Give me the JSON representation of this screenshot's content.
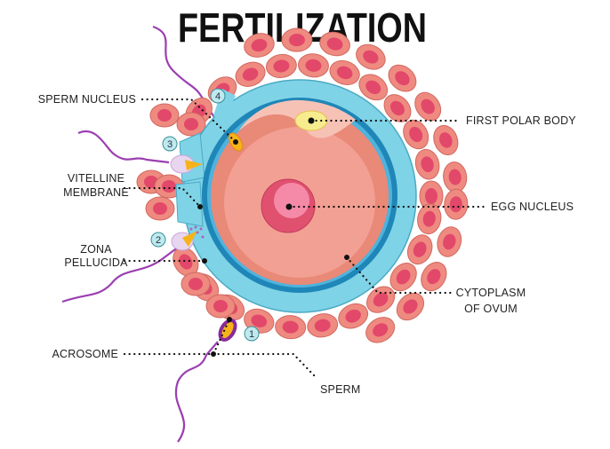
{
  "title": "FERTILIZATION",
  "labels": {
    "sperm_nucleus": "SPERM NUCLEUS",
    "vitelline_1": "VITELLINE",
    "vitelline_2": "MEMBRANE",
    "zona_1": "ZONA",
    "zona_2": "PELLUCIDA",
    "acrosome": "ACROSOME",
    "sperm": "SPERM",
    "first_polar_body": "FIRST POLAR BODY",
    "egg_nucleus": "EGG NUCLEUS",
    "cytoplasm_1": "CYTOPLASM",
    "cytoplasm_2": "OF OVUM"
  },
  "steps": [
    "1",
    "2",
    "3",
    "4"
  ],
  "colors": {
    "zona": "#7fd3e6",
    "membrane": "#1f86b8",
    "cytoplasm": "#f2a093",
    "cytoplasm_outer": "#e98978",
    "nucleus": "#e0516f",
    "nucleus_inner": "#f58aa8",
    "polar_body": "#f6ec8e",
    "cell": "#ef8a80",
    "cell_nucleus": "#e2486a",
    "tail": "#9b3fb0",
    "acrosome": "#f7b21a"
  }
}
